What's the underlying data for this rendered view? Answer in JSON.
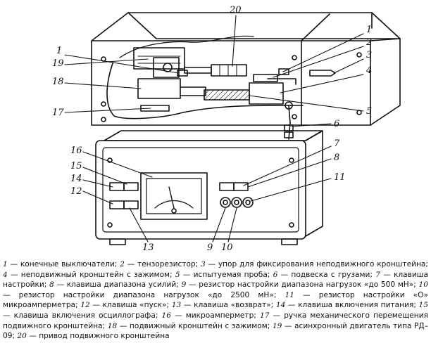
{
  "callouts": {
    "n1": "1",
    "n2": "2",
    "n3": "3",
    "n4": "4",
    "n5": "5",
    "n6": "6",
    "n7": "7",
    "n8": "8",
    "n9": "9",
    "n10": "10",
    "n11": "11",
    "n12": "12",
    "n13": "13",
    "n14": "14",
    "n15": "15",
    "n16": "16",
    "n17": "17",
    "n18": "18",
    "n19": "19",
    "n20": "20"
  },
  "caption": [
    {
      "num": "1",
      "text": " — конечные выключатели; "
    },
    {
      "num": "2",
      "text": " — тензорезистор; "
    },
    {
      "num": "3",
      "text": " — упор для фиксирования неподвижного кронштейна; "
    },
    {
      "num": "4",
      "text": " — неподвижный кронштейн с зажимом; "
    },
    {
      "num": "5",
      "text": " — испытуемая проба; "
    },
    {
      "num": "6",
      "text": " — подвеска с грузами; "
    },
    {
      "num": "7",
      "text": " — клавиша настройки; "
    },
    {
      "num": "8",
      "text": " — клавиша диапазона усилий; "
    },
    {
      "num": "9",
      "text": " — резистор настройки диапазона нагрузок «до 500 мН»; "
    },
    {
      "num": "10",
      "text": " — резистор настройки диапазона нагрузок «до 2500 мН»; "
    },
    {
      "num": "11",
      "text": " — резистор настройки «О» микроамперметра; "
    },
    {
      "num": "12",
      "text": " — клавиша «пуск»; "
    },
    {
      "num": "13",
      "text": " — клавиша «возврат»; "
    },
    {
      "num": "14",
      "text": " — клавиша включения питания; "
    },
    {
      "num": "15",
      "text": " — клавиша включения осциллографа; "
    },
    {
      "num": "16",
      "text": " — микроамперметр; "
    },
    {
      "num": "17",
      "text": " — ручка механического перемещения подвижного кронштейна; "
    },
    {
      "num": "18",
      "text": " — подвижный кронштейн с зажимом; "
    },
    {
      "num": "19",
      "text": " — асинхронный двигатель типа РД–09; "
    },
    {
      "num": "20",
      "text": " — привод подвижного кронштейна"
    }
  ]
}
